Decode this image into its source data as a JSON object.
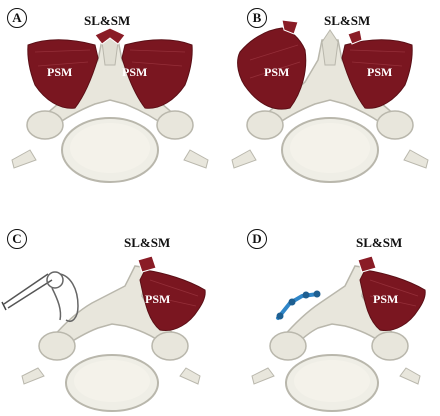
{
  "panels": [
    {
      "letter": "A",
      "ligament_label": "SL&SM",
      "left_muscle_label": "PSM",
      "right_muscle_label": "PSM"
    },
    {
      "letter": "B",
      "ligament_label": "SL&SM",
      "left_muscle_label": "PSM",
      "right_muscle_label": "PSM"
    },
    {
      "letter": "C",
      "ligament_label": "SL&SM",
      "right_muscle_label": "PSM"
    },
    {
      "letter": "D",
      "ligament_label": "SL&SM",
      "right_muscle_label": "PSM"
    }
  ],
  "colors": {
    "bone": "#e8e6dc",
    "bone_shadow": "#b9b7ac",
    "muscle": "#7a1620",
    "muscle_light": "#9c2a33",
    "plate": "#2f86c8"
  }
}
